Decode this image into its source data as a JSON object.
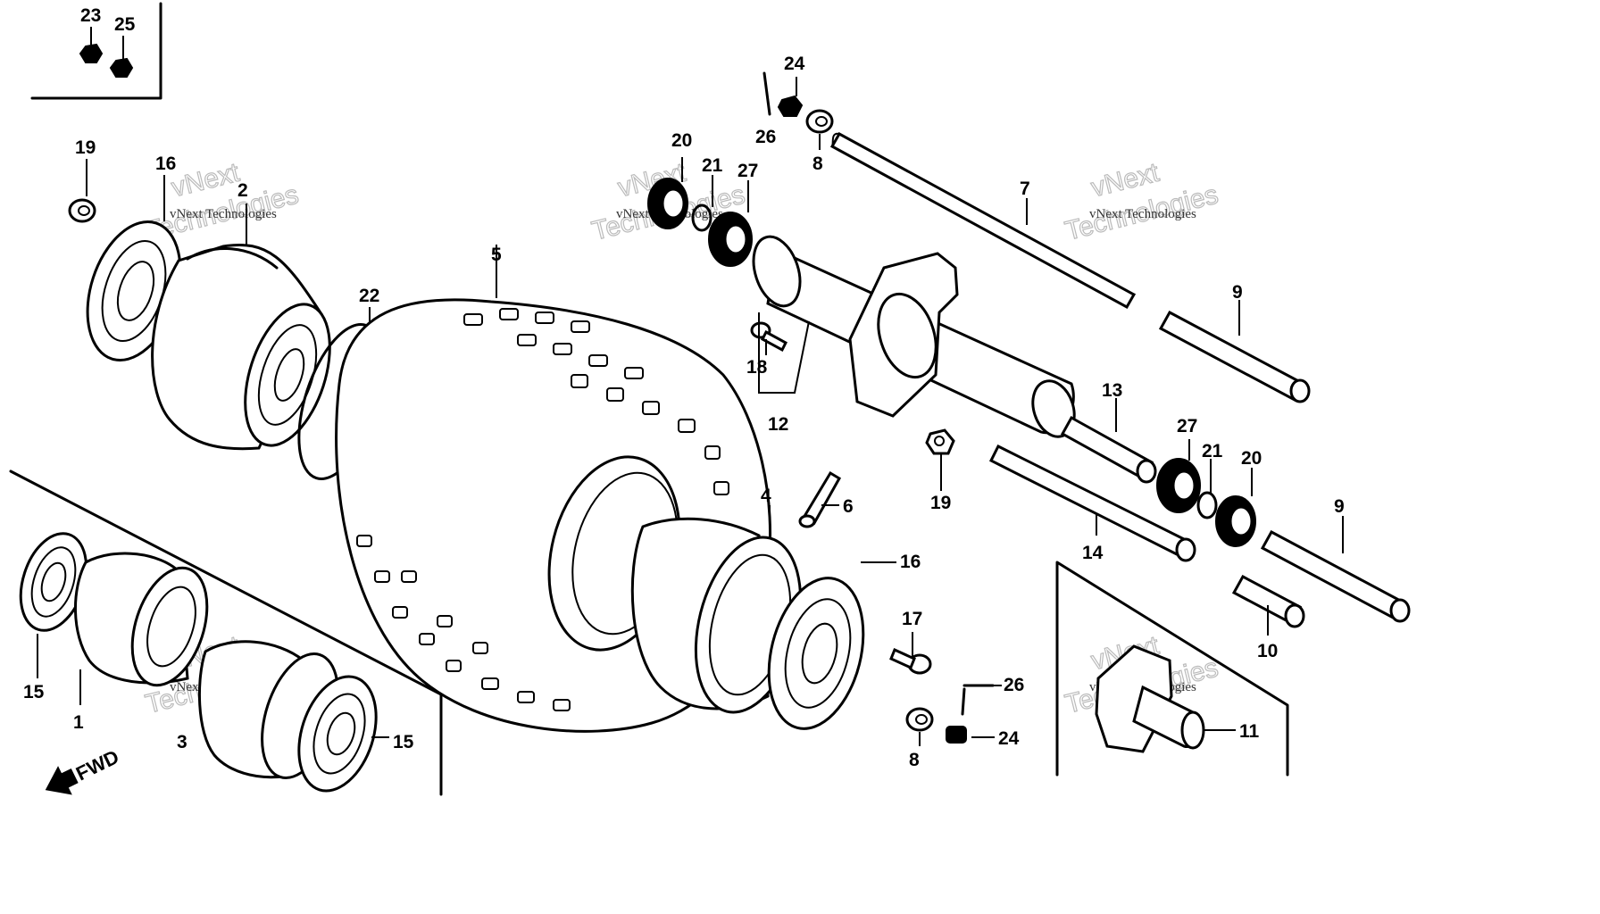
{
  "parts": [
    "23",
    "25",
    "24",
    "26",
    "8",
    "7",
    "9",
    "20",
    "21",
    "27",
    "19",
    "16",
    "2",
    "22",
    "6",
    "18",
    "12",
    "13",
    "4",
    "14",
    "10",
    "1",
    "15",
    "3",
    "17",
    "11"
  ],
  "labels": {
    "p23": "23",
    "p25": "25",
    "p24a": "24",
    "p26a": "26",
    "p8a": "8",
    "p7": "7",
    "p9a": "9",
    "p20a": "20",
    "p21a": "21",
    "p27a": "27",
    "p19a": "19",
    "p16a": "16",
    "p2": "2",
    "p22": "22",
    "p5": "5",
    "p18": "18",
    "p12": "12",
    "p13": "13",
    "p27b": "27",
    "p21b": "21",
    "p20b": "20",
    "p9b": "9",
    "p4": "4",
    "p6": "6",
    "p19b": "19",
    "p14": "14",
    "p10": "10",
    "p16b": "16",
    "p17": "17",
    "p26b": "26",
    "p24b": "24",
    "p8b": "8",
    "p11": "11",
    "p15a": "15",
    "p1": "1",
    "p3": "3",
    "p15b": "15"
  },
  "fwd_label": "FWD",
  "watermark": {
    "line1": "vNext Technologies",
    "line2": "vNext",
    "line3": "Technologies"
  }
}
